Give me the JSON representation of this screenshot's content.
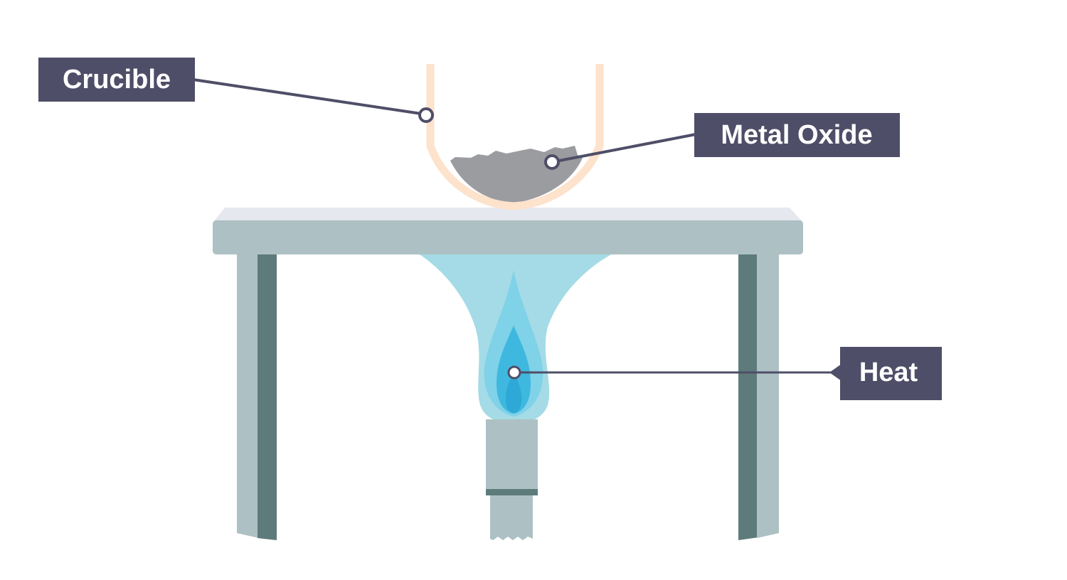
{
  "diagram": {
    "labels": {
      "crucible": "Crucible",
      "metal_oxide": "Metal Oxide",
      "heat": "Heat"
    },
    "colors": {
      "label_bg": "#4f4e68",
      "leader_line": "#4f4e68",
      "crucible": "#fde2cc",
      "metal_oxide": "#9a9ca0",
      "tripod_top": "#adc1c4",
      "tripod_top_highlight": "#e6e8ef",
      "tripod_leg_light": "#adc1c4",
      "tripod_leg_dark": "#5d7b7a",
      "flame_outer": "#a4dbe6",
      "flame_mid": "#7fd2e8",
      "flame_inner": "#3fb8df",
      "flame_core": "#2ea8d6",
      "burner": "#adc1c4",
      "burner_band": "#5d7b7a"
    }
  }
}
